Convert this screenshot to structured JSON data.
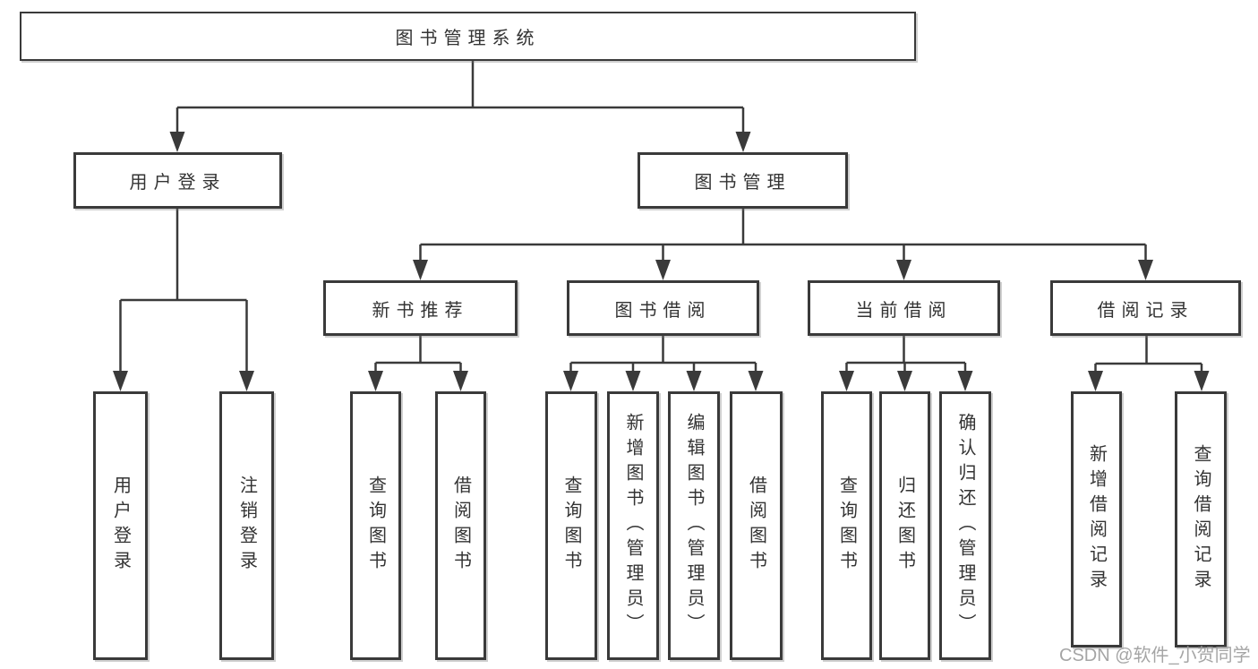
{
  "diagram_title": "图书管理系统",
  "tree": {
    "label": "图书管理系统",
    "children": [
      {
        "label": "用户登录",
        "children": [
          {
            "label": "用户登录"
          },
          {
            "label": "注销登录"
          }
        ]
      },
      {
        "label": "图书管理",
        "children": [
          {
            "label": "新书推荐",
            "children": [
              {
                "label": "查询图书"
              },
              {
                "label": "借阅图书"
              }
            ]
          },
          {
            "label": "图书借阅",
            "children": [
              {
                "label": "查询图书"
              },
              {
                "label": "新增图书（管理员）"
              },
              {
                "label": "编辑图书（管理员）"
              },
              {
                "label": "借阅图书"
              }
            ]
          },
          {
            "label": "当前借阅",
            "children": [
              {
                "label": "查询图书"
              },
              {
                "label": "归还图书"
              },
              {
                "label": "确认归还（管理员）"
              }
            ]
          },
          {
            "label": "借阅记录",
            "children": [
              {
                "label": "新增借阅记录"
              },
              {
                "label": "查询借阅记录"
              }
            ]
          }
        ]
      }
    ]
  },
  "watermark": {
    "text": "CSDN @软件_小贺同学"
  },
  "colors": {
    "line": "#3a3a3a",
    "text": "#333333",
    "box_background": "#ffffff",
    "watermark": "#9c9c9c",
    "page_background": "#ffffff"
  }
}
